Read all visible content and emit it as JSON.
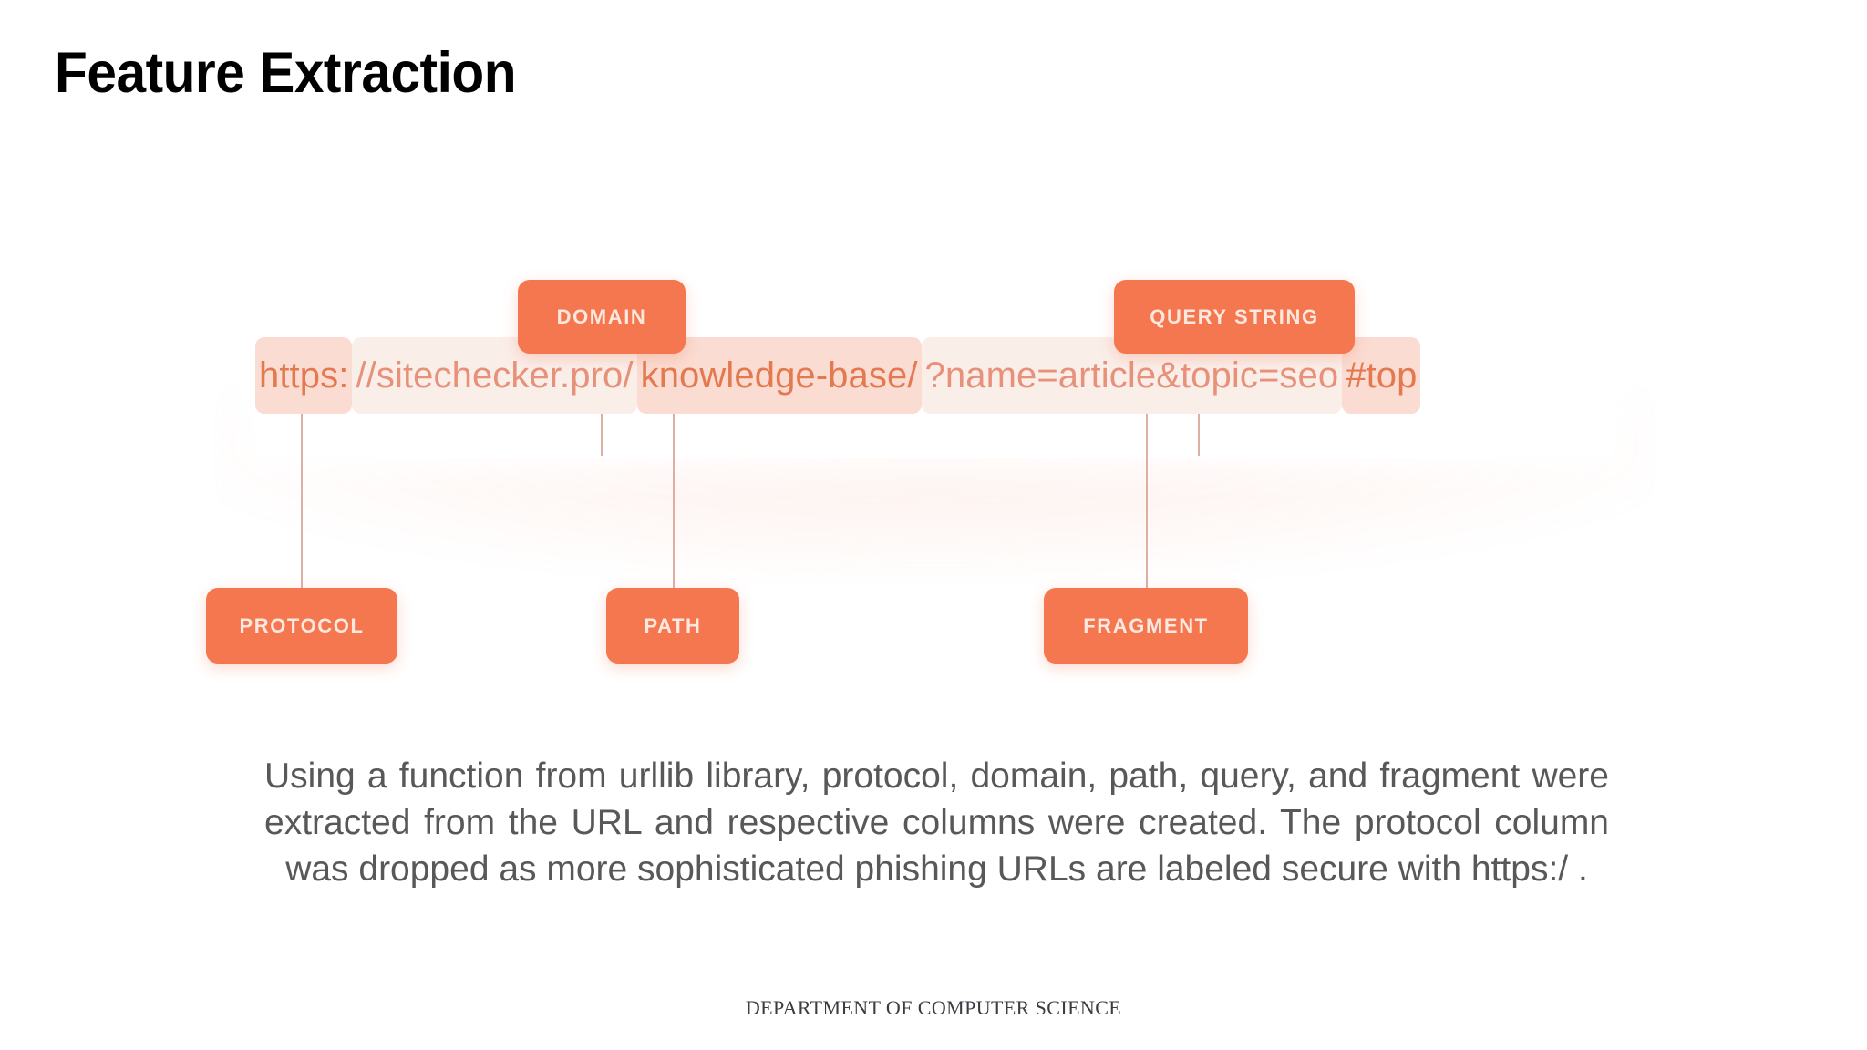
{
  "slide": {
    "title": "Feature Extraction",
    "footer": "DEPARTMENT OF COMPUTER SCIENCE"
  },
  "colors": {
    "chip_orange": "#f4774f",
    "chip_text": "#fde7de",
    "segment_strong_bg": "#fadcd2",
    "segment_soft_bg": "#faeee9",
    "url_text_strong": "#e4794f",
    "url_text_soft": "#e8917a",
    "connector": "#d8a193",
    "body_text": "#585858",
    "title_text": "#000000"
  },
  "diagram": {
    "full_url": "https://sitechecker.pro/knowledge-base/?name=article&topic=seo#top",
    "segments": [
      {
        "id": "protocol",
        "text": "https:",
        "emphasis": "strong"
      },
      {
        "id": "domain",
        "text": "//sitechecker.pro/",
        "emphasis": "soft"
      },
      {
        "id": "path",
        "text": "knowledge-base/",
        "emphasis": "strong"
      },
      {
        "id": "query",
        "text": "?name=article&topic=seo",
        "emphasis": "soft"
      },
      {
        "id": "fragment",
        "text": "#top",
        "emphasis": "strong"
      }
    ],
    "callouts_top": [
      {
        "id": "domain",
        "label": "DOMAIN"
      },
      {
        "id": "query",
        "label": "QUERY STRING"
      }
    ],
    "callouts_bottom": [
      {
        "id": "protocol",
        "label": "PROTOCOL"
      },
      {
        "id": "path",
        "label": "PATH"
      },
      {
        "id": "fragment",
        "label": "FRAGMENT"
      }
    ]
  },
  "body": {
    "paragraph": "Using a function from urllib library, protocol, domain, path, query, and fragment were extracted from the URL and respective columns were created. The protocol column was dropped as more sophisticated phishing URLs are labeled secure with https:/ ."
  }
}
